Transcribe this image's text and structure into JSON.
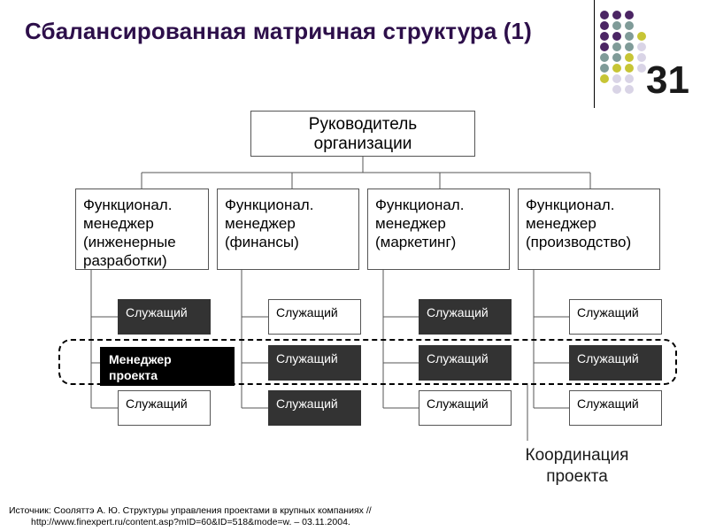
{
  "slide": {
    "title": "Сбалансированная матричная структура (1)",
    "number": "31"
  },
  "colors": {
    "title": "#2d0f4a",
    "dot_purple": "#4b2564",
    "dot_teal": "#7f9b98",
    "dot_olive": "#c7c535",
    "dot_lavender": "#d9d4e6",
    "employee_dark": "#333333",
    "project_manager": "#000000"
  },
  "diagram": {
    "head": {
      "line1": "Руководитель",
      "line2": "организации"
    },
    "functional_managers": [
      {
        "lines": [
          "Функционал.",
          "менеджер",
          "(инженерные",
          "разработки)"
        ]
      },
      {
        "lines": [
          "Функционал.",
          "менеджер",
          "(финансы)",
          ""
        ]
      },
      {
        "lines": [
          "Функционал.",
          "менеджер",
          "(маркетинг)",
          ""
        ]
      },
      {
        "lines": [
          "Функционал.",
          "менеджер",
          "(производство)",
          ""
        ]
      }
    ],
    "employee_label": "Служащий",
    "project_manager": {
      "line1": "Менеджер",
      "line2": "проекта"
    },
    "coordination": {
      "line1": "Координация",
      "line2": "проекта"
    }
  },
  "source": {
    "line1": "Источник: Сооляттэ А. Ю. Структуры управления проектами в крупных компаниях //",
    "line2": "http://www.finexpert.ru/content.asp?mID=60&ID=518&mode=w.  – 03.11.2004."
  }
}
